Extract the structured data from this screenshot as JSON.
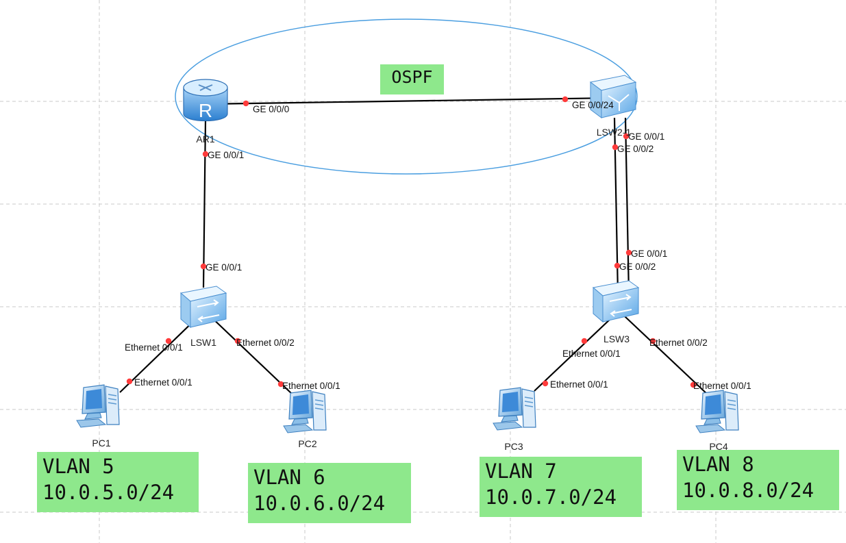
{
  "protocol_label": "OSPF",
  "devices": {
    "ar1": "AR1",
    "lsw21": "LSW2-1",
    "lsw1": "LSW1",
    "lsw3": "LSW3",
    "pc1": "PC1",
    "pc2": "PC2",
    "pc3": "PC3",
    "pc4": "PC4"
  },
  "ports": {
    "ar1_ge000": "GE 0/0/0",
    "lsw21_ge0024": "GE 0/0/24",
    "ar1_ge001": "GE 0/0/1",
    "lsw21_ge001": "GE 0/0/1",
    "lsw21_ge002": "GE 0/0/2",
    "lsw1_ge001": "GE 0/0/1",
    "lsw3_ge001": "GE 0/0/1",
    "lsw3_ge002": "GE 0/0/2",
    "lsw1_eth001": "Ethernet 0/0/1",
    "lsw1_eth002": "Ethernet 0/0/2",
    "pc1_eth001": "Ethernet 0/0/1",
    "pc2_eth001": "Ethernet 0/0/1",
    "lsw3_eth001": "Ethernet 0/0/1",
    "lsw3_eth002": "Ethernet 0/0/2",
    "pc3_eth001": "Ethernet 0/0/1",
    "pc4_eth001": "Ethernet 0/0/1"
  },
  "vlans": [
    {
      "name": "VLAN 5",
      "subnet": "10.0.5.0/24"
    },
    {
      "name": "VLAN 6",
      "subnet": "10.0.6.0/24"
    },
    {
      "name": "VLAN 7",
      "subnet": "10.0.7.0/24"
    },
    {
      "name": "VLAN 8",
      "subnet": "10.0.8.0/24"
    }
  ],
  "colors": {
    "label_bg": "#8ee88c",
    "ospf_ellipse": "#4a9ee0",
    "port_dot": "#ff3b3b",
    "link": "#000000"
  }
}
